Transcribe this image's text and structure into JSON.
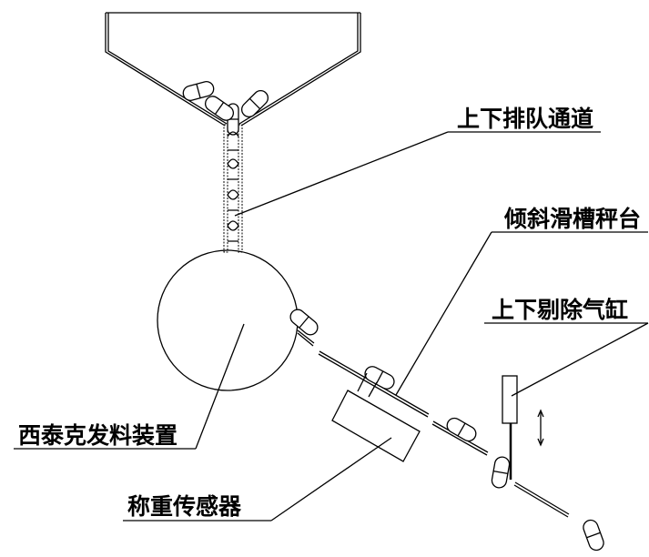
{
  "labels": {
    "queue_channel": "上下排队通道",
    "inclined_chute_scale": "倾斜滑槽秤台",
    "reject_cylinder": "上下剔除气缸",
    "feeder": "西泰克发料装置",
    "load_cell": "称重传感器"
  }
}
